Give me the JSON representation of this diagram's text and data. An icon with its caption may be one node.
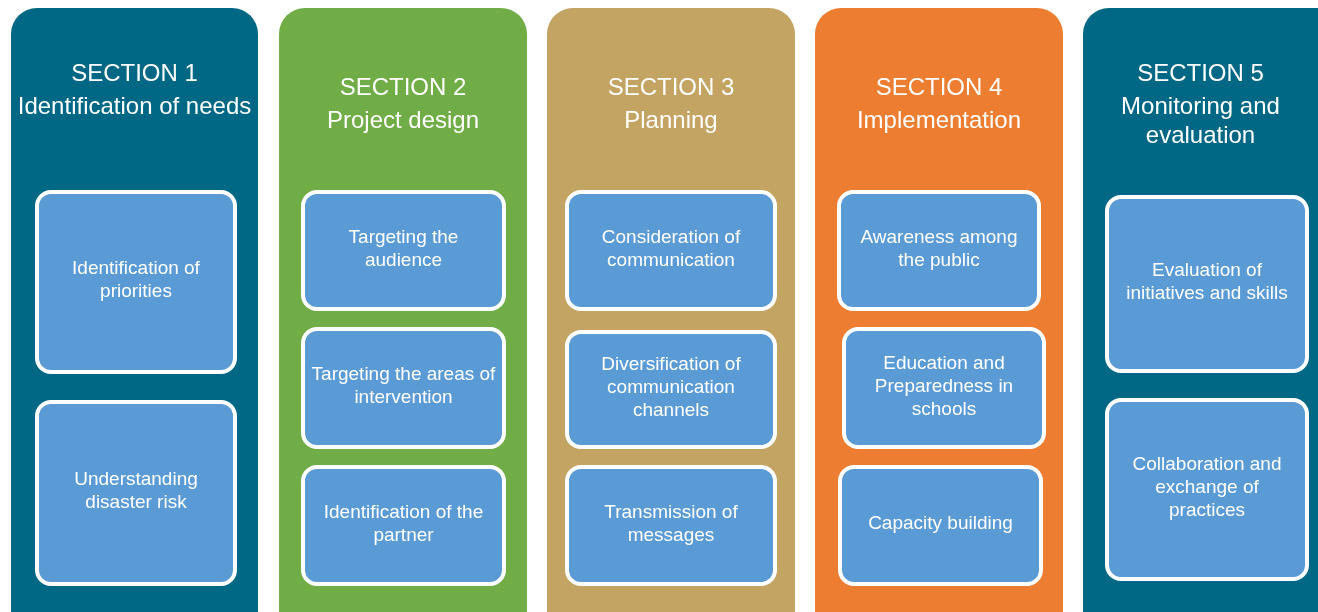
{
  "diagram": {
    "nodes": [
      {
        "text": [
          "SECTION 1",
          "Identification of needs"
        ]
      },
      {
        "text": [
          "Identification of priorities"
        ],
        "in": 0
      },
      {
        "text": [
          "Understanding disaster risk"
        ],
        "in": 0
      },
      {
        "text": [
          "SECTION 2",
          "Project design"
        ]
      },
      {
        "text": [
          "Targeting the audience"
        ],
        "in": 3
      },
      {
        "text": [
          "Targeting the areas of intervention"
        ],
        "in": 3
      },
      {
        "text": [
          "Identification of the partner"
        ],
        "in": 3
      },
      {
        "text": [
          "SECTION 3",
          "Planning"
        ]
      },
      {
        "text": [
          "Consideration of communication"
        ],
        "in": 7
      },
      {
        "text": [
          "Diversification of communication channels"
        ],
        "in": 7
      },
      {
        "text": [
          "Transmission of messages"
        ],
        "in": 7
      },
      {
        "text": [
          "SECTION 4",
          "Implementation"
        ]
      },
      {
        "text": [
          "Awareness among the public"
        ],
        "in": 11
      },
      {
        "text": [
          "Education and Preparedness in schools"
        ],
        "in": 11
      },
      {
        "text": [
          "Capacity building"
        ],
        "in": 11
      },
      {
        "text": [
          "SECTION 5",
          "Monitoring and evaluation"
        ]
      },
      {
        "text": [
          "Evaluation of initiatives and skills"
        ],
        "in": 15
      },
      {
        "text": [
          "Collaboration and exchange of practices"
        ],
        "in": 15
      }
    ]
  }
}
